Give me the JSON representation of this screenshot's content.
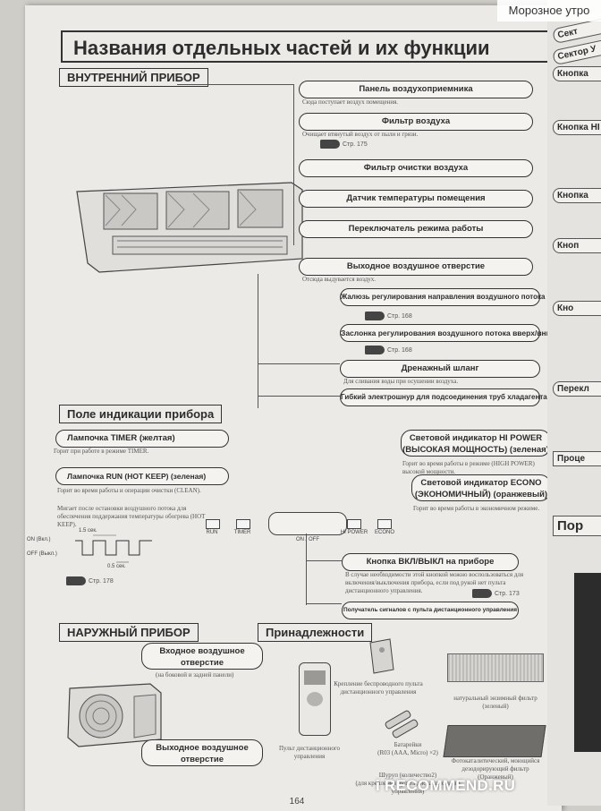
{
  "overlay": {
    "weather": "Морозное утро"
  },
  "title": "Названия отдельных частей и их функции",
  "indoor": {
    "heading": "ВНУТРЕННИЙ ПРИБОР",
    "parts": [
      {
        "label": "Панель воздухоприемника",
        "desc": "Сюда поступает воздух помещения."
      },
      {
        "label": "Фильтр воздуха",
        "desc": "Очищает втянутый воздух от пыли и грязи.",
        "ref": "Стр. 175"
      },
      {
        "label": "Фильтр очистки воздуха"
      },
      {
        "label": "Датчик температуры помещения"
      },
      {
        "label": "Переключатель режима работы"
      },
      {
        "label": "Выходное воздушное отверстие",
        "desc": "Отсюда выдувается воздух."
      },
      {
        "label": "Жалюзь регулирования направления воздушного потока влево/вправо",
        "ref": "Стр. 168"
      },
      {
        "label": "Заслонка регулирования воздушного потока вверх/вниз",
        "ref": "Стр. 168"
      },
      {
        "label": "Дренажный шланг",
        "desc": "Для сливания воды при осушении воздуха."
      },
      {
        "label": "Гибкий электрошнур для подсоединения труб хладагента"
      }
    ]
  },
  "display": {
    "heading": "Поле индикации прибора",
    "timer_lamp": {
      "label": "Лампочка TIMER (желтая)",
      "desc": "Горит при работе в режиме TIMER."
    },
    "run_lamp": {
      "label": "Лампочка RUN (HOT KEEP) (зеленая)",
      "desc1": "Горит во время работы и операции очистки (CLEAN).",
      "desc2": "Мигает после остановки воздушного потока для обеспечения поддержания температуры обогрева (HOT KEEP)."
    },
    "hi_power": {
      "label1": "Световой индикатор HI POWER",
      "label2": "(ВЫСОКАЯ МОЩНОСТЬ) (зеленая)",
      "desc": "Горит во время работы в режиме (HIGH POWER) высокой мощности."
    },
    "econo": {
      "label1": "Световой индикатор ECONO",
      "label2": "(ЭКОНОМИЧНЫЙ) (оранжевый)",
      "desc": "Горит во время работы в экономичном режиме."
    },
    "lamps": [
      "RUN",
      "TIMER",
      "HI POWER",
      "ECONO"
    ],
    "receiver_text": "ON / OFF",
    "timing": {
      "on": "ON (Вкл.)",
      "off": "OFF (Выкл.)",
      "t1": "1.5 сек.",
      "t2": "0.5 сек."
    },
    "ref178": "Стр. 178",
    "onoff_button": {
      "label": "Кнопка ВКЛ/ВЫКЛ на приборе",
      "desc": "В случае необходимости этой кнопкой можно воспользоваться для включения/выключения прибора, если под рукой нет пульта дистанционного управления.",
      "ref": "Стр. 173"
    },
    "receiver": {
      "label": "Получатель сигналов с пульта дистанционного управления"
    }
  },
  "outdoor": {
    "heading": "НАРУЖНЫЙ ПРИБОР",
    "inlet": {
      "label1": "Входное воздушное",
      "label2": "отверстие",
      "desc": "(на боковой и задней панели)"
    },
    "outlet": {
      "label1": "Выходное воздушное",
      "label2": "отверстие"
    }
  },
  "accessories": {
    "heading": "Принадлежности",
    "items": [
      {
        "l1": "Крепление беспроводного пульта",
        "l2": "дистанционного управления"
      },
      {
        "l1": "натуральный энзимный фильтр",
        "l2": "(зеленый)"
      },
      {
        "l1": "Пульт дистанционного",
        "l2": "управления"
      },
      {
        "l1": "Батарейки",
        "l2": "(R03 (AAA, Micro) ×2)"
      },
      {
        "l1": "Фотокаталитический, моющийся",
        "l2": "дезодорирующий фильтр",
        "l3": "(Оранжевый)"
      },
      {
        "l1": "Шуруп (количество2)",
        "l2": "(для крепления пульта дистанционного",
        "l3": "управления)"
      }
    ]
  },
  "page_number": "164",
  "watermark": "i RECOMMEND.RU",
  "side_fragments": [
    "Сект",
    "Сектор У",
    "Кнопка",
    "Кнопка HI",
    "Кнопка",
    "Кноп",
    "Кно",
    "Перекл",
    "Проце",
    "Пор"
  ]
}
